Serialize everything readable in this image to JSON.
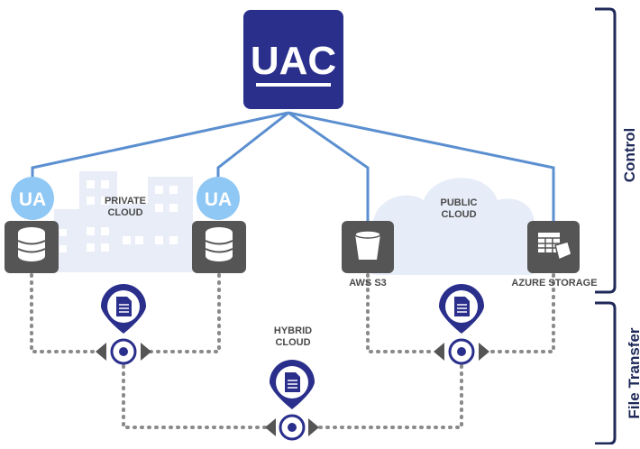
{
  "logo_text": "UAC",
  "agent_badge": "UA",
  "labels": {
    "private_cloud_1": "PRIVATE",
    "private_cloud_2": "CLOUD",
    "public_cloud_1": "PUBLIC",
    "public_cloud_2": "CLOUD",
    "hybrid_cloud_1": "HYBRID",
    "hybrid_cloud_2": "CLOUD",
    "aws_s3": "AWS S3",
    "azure_storage": "AZURE STORAGE"
  },
  "sections": {
    "control": "Control",
    "file_transfer": "File Transfer"
  },
  "colors": {
    "navy": "#2a2f8c",
    "line_blue": "#5b8fd0",
    "badge_blue": "#8fc8f5",
    "node_gray": "#555555",
    "cloud_fill": "#e6ecf8",
    "building_fill": "#e8edf8",
    "dots": "#8a8a8a"
  }
}
